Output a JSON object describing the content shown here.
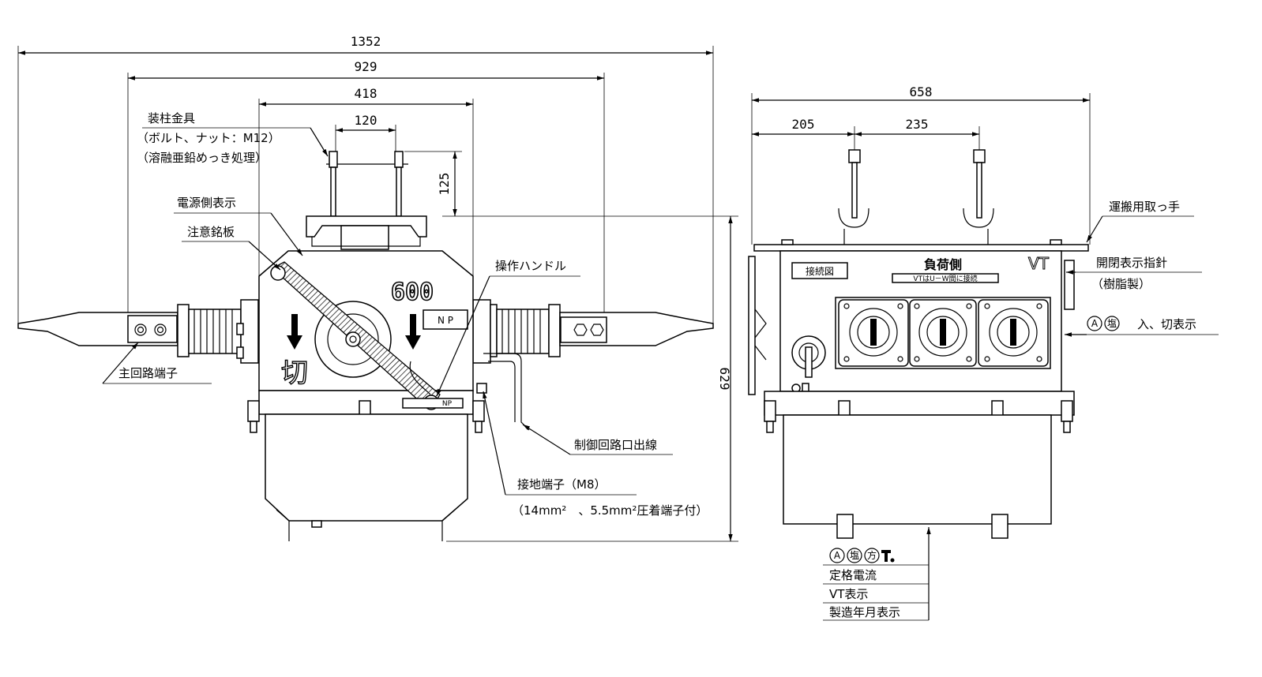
{
  "dimensions": {
    "overall_width": "1352",
    "terminal_span": "929",
    "body_width": "418",
    "bracket_spacing": "120",
    "bracket_height": "125",
    "overall_height": "629",
    "side_depth": "658",
    "side_offset": "205",
    "side_bracket_spacing": "235"
  },
  "front_labels": {
    "mount_bracket": "装柱金具",
    "bolt_nut": "（ボルト、ナット：M12）",
    "galvanized": "（溶融亜鉛めっき処理）",
    "source_side": "電源側表示",
    "caution_plate": "注意銘板",
    "handle": "操作ハンドル",
    "main_terminal": "主回路端子",
    "control_lead": "制御回路口出線",
    "ground_terminal": "接地端子（M8）",
    "ground_crimp": "（14mm²　、5.5mm²圧着端子付）"
  },
  "front_markings": {
    "rating": "600",
    "np": "N P",
    "np_small": "NP",
    "off_mark": "切"
  },
  "side_labels": {
    "carry_handle": "運搬用取っ手",
    "indicator": "開閉表示指針",
    "indicator_material": "（樹脂製）",
    "on_off_display": "入、切表示"
  },
  "side_markings": {
    "wiring_diagram": "接続図",
    "load_side": "負荷側",
    "vt": "VT",
    "vt_note": "VTはU－W間に接続"
  },
  "nameplate": {
    "symbols": [
      "A",
      "塩",
      "方"
    ],
    "rows": [
      "定格電流",
      "VT表示",
      "製造年月表示"
    ]
  },
  "colors": {
    "line": "#000000",
    "background": "#ffffff"
  }
}
